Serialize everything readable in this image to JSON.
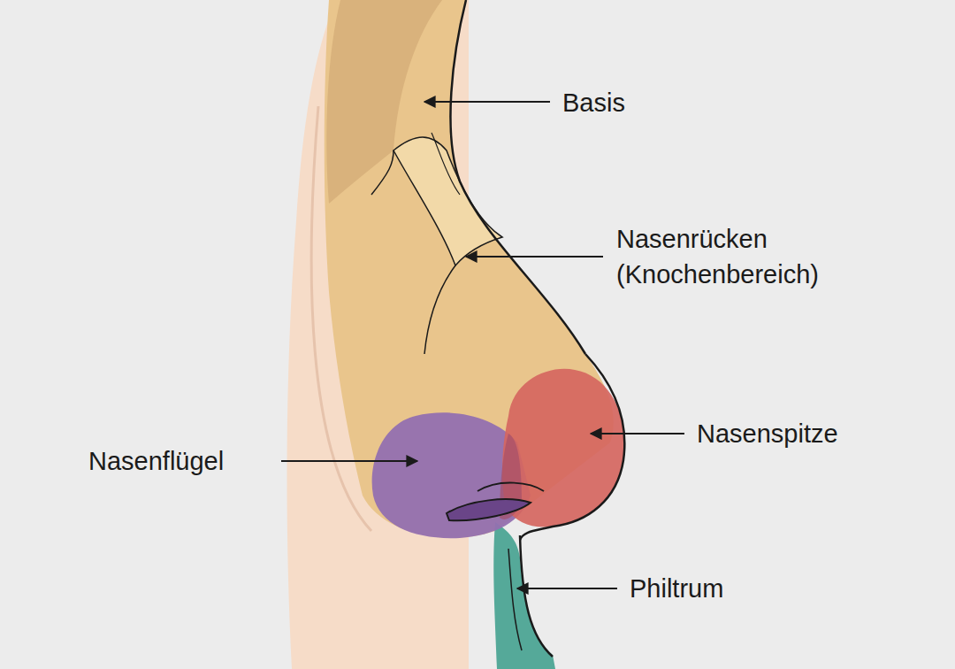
{
  "diagram": {
    "labels": [
      "Basis",
      "Nasenrücken (Knochenbereich)",
      "Nasenspitze",
      "Nasenflügel",
      "Philtrum"
    ]
  }
}
